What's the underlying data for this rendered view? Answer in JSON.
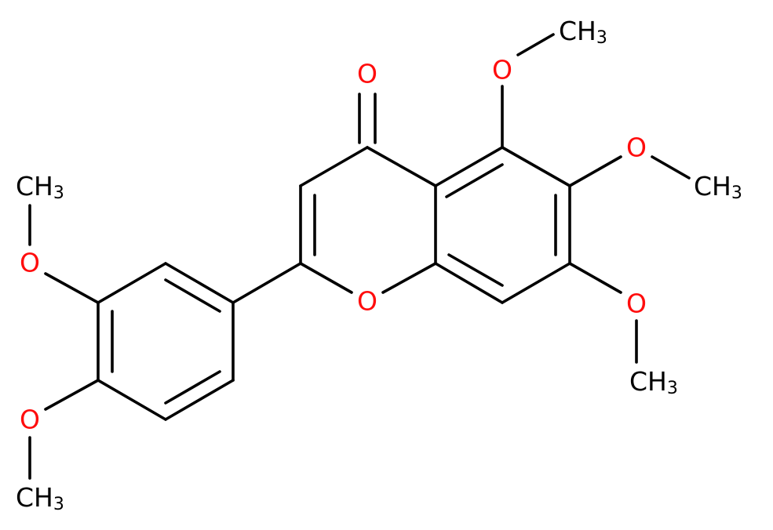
{
  "diagram": {
    "type": "skeletal-formula",
    "colors": {
      "bond": "#000000",
      "oxygen": "#ff0d0d",
      "carbon_label": "#000000",
      "background": "#ffffff"
    },
    "atom_labels": {
      "o_carbonyl": "O",
      "o_ring": "O",
      "o_5": "O",
      "o_6": "O",
      "o_7": "O",
      "o_3p": "O",
      "o_4p": "O",
      "ch3_5": {
        "main": "CH",
        "sub": "3"
      },
      "ch3_6": {
        "main": "CH",
        "sub": "3"
      },
      "ch3_7": {
        "main": "CH",
        "sub": "3"
      },
      "ch3_3p": {
        "main": "CH",
        "sub": "3"
      },
      "ch3_4p": {
        "main": "CH",
        "sub": "3"
      }
    }
  }
}
